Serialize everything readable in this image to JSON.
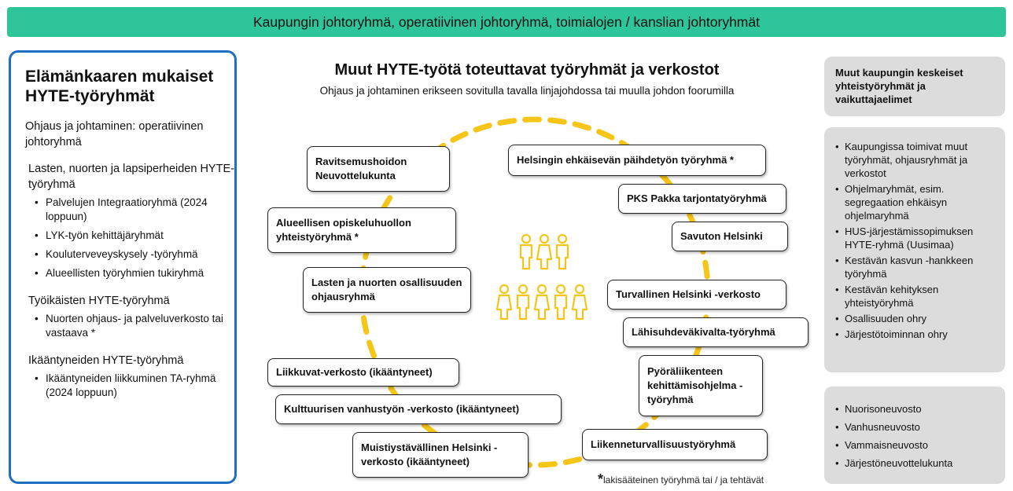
{
  "banner": "Kaupungin johtoryhmä, operatiivinen johtoryhmä, toimialojen / kanslian johtoryhmät",
  "left_panel": {
    "title": "Elämänkaaren mukaiset HYTE-työryhmät",
    "ohjaus": "Ohjaus ja johtaminen: operatiivinen johtoryhmä",
    "sections": [
      {
        "heading": "Lasten, nuorten ja lapsiperheiden HYTE-työryhmä",
        "items": [
          "Palvelujen Integraatioryhmä (2024 loppuun)",
          "LYK-työn kehittäjäryhmät",
          "Kouluterveveyskysely -työryhmä",
          "Alueellisten työryhmien tukiryhmä"
        ]
      },
      {
        "heading": "Työikäisten HYTE-työryhmä",
        "items": [
          "Nuorten ohjaus- ja palveluverkosto tai vastaava *"
        ]
      },
      {
        "heading": "Ikääntyneiden HYTE-työryhmä",
        "items": [
          "Ikääntyneiden liikkuminen TA-ryhmä (2024 loppuun)"
        ]
      }
    ]
  },
  "center": {
    "title": "Muut HYTE-työtä toteuttavat työryhmät ja verkostot",
    "subtitle": "Ohjaus ja johtaminen erikseen sovitulla tavalla linjajohdossa tai muulla johdon foorumilla",
    "boxes": [
      "Ravitsemushoidon Neuvottelukunta",
      "Helsingin ehkäisevän päihdetyön työryhmä *",
      "PKS Pakka tarjontatyöryhmä",
      "Alueellisen opiskeluhuollon yhteistyöryhmä *",
      "Savuton Helsinki",
      "Lasten ja nuorten osallisuuden ohjausryhmä",
      "Turvallinen Helsinki -verkosto",
      "Lähisuhdeväkivalta-työryhmä",
      "Liikkuvat-verkosto (ikääntyneet)",
      "Pyöräliikenteen kehittämisohjelma -työryhmä",
      "Kulttuurisen vanhustyön -verkosto (ikääntyneet)",
      "Liikenneturvallisuustyöryhmä",
      "Muistiystävällinen Helsinki -verkosto (ikääntyneet)"
    ],
    "people_icon": "people-group-icon",
    "dash_color": "#f5c518",
    "footnote_star": "*",
    "footnote_text": "lakisääteinen työryhmä tai / ja tehtävät"
  },
  "right": {
    "box1_title": "Muut kaupungin keskeiset yhteistyöryhmät ja vaikuttajaelimet",
    "box2_items": [
      "Kaupungissa toimivat muut työryhmät, ohjausryhmät ja verkostot",
      "Ohjelmaryhmät, esim. segregaation ehkäisyn ohjelmaryhmä",
      "HUS-järjestämissopimuksen HYTE-ryhmä (Uusimaa)",
      "Kestävän kasvun -hankkeen työryhmä",
      "Kestävän kehityksen yhteistyöryhmä",
      "Osallisuuden ohry",
      "Järjestötoiminnan ohry"
    ],
    "box3_items": [
      "Nuorisoneuvosto",
      "Vanhusneuvosto",
      "Vammaisneuvosto",
      "Järjestöneuvottelukunta"
    ]
  }
}
